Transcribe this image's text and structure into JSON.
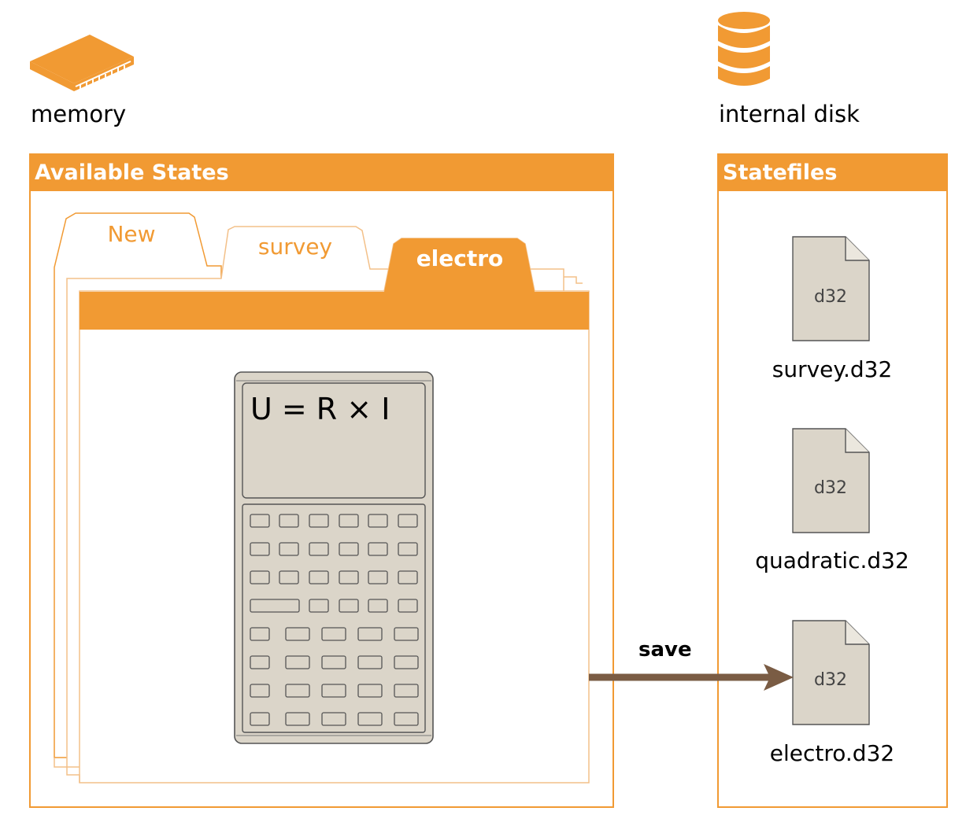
{
  "memory": {
    "label": "memory",
    "icon": "memory-chip-icon"
  },
  "disk": {
    "label": "internal disk",
    "icon": "database-icon"
  },
  "available_states": {
    "title": "Available States",
    "tabs": [
      {
        "label": "New",
        "active": false
      },
      {
        "label": "survey",
        "active": false
      },
      {
        "label": "electro",
        "active": true
      }
    ],
    "calculator": {
      "formula": "U = R × I"
    }
  },
  "statefiles": {
    "title": "Statefiles",
    "files": [
      {
        "ext": "d32",
        "name": "survey.d32"
      },
      {
        "ext": "d32",
        "name": "quadratic.d32"
      },
      {
        "ext": "d32",
        "name": "electro.d32"
      }
    ]
  },
  "action": {
    "label": "save"
  },
  "colors": {
    "accent": "#f19a33",
    "arrow": "#7a5c44",
    "calc_body": "#dbd5c9"
  }
}
